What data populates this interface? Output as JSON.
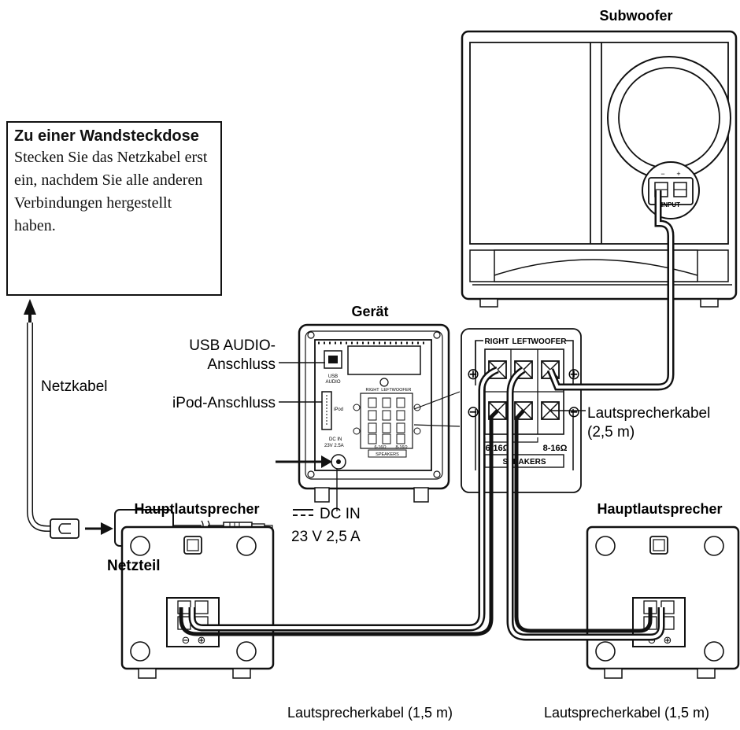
{
  "labels": {
    "subwoofer": "Subwoofer",
    "unit": "Gerät",
    "usb_line1": "USB AUDIO-",
    "usb_line2": "Anschluss",
    "ipod": "iPod-Anschluss",
    "power_cord": "Netzkabel",
    "adapter": "Netzteil",
    "dc_in_line1": "DC IN",
    "dc_in_line2": "23 V 2,5 A",
    "main_speaker_left": "Hauptlautsprecher",
    "main_speaker_right": "Hauptlautsprecher",
    "cable_woofer_line1": "Lautsprecherkabel",
    "cable_woofer_line2": "(2,5 m)",
    "cable_left": "Lautsprecherkabel (1,5 m)",
    "cable_right": "Lautsprecherkabel (1,5 m)"
  },
  "note": {
    "title": "Zu einer Wandsteckdose",
    "body": "Stecken Sie das Netzkabel erst ein, nachdem Sie alle anderen Verbindungen hergestellt haben."
  },
  "terminal_panel": {
    "right": "RIGHT",
    "left": "LEFT",
    "woofer": "WOOFER",
    "imp_main": "6-16Ω",
    "imp_woofer": "8-16Ω",
    "speakers": "SPEAKERS"
  },
  "unit_small": {
    "usb": "USB",
    "audio": "AUDIO",
    "ipod": "iPod",
    "dc_in": "DC IN",
    "rating": "23V 2.5A",
    "right": "RIGHT",
    "left": "LEFT",
    "woofer": "WOOFER",
    "imp_main": "6-16Ω",
    "imp_woofer": "8-16Ω",
    "speakers": "SPEAKERS"
  },
  "subwoofer_terminal": {
    "label": "INPUT",
    "minus": "−",
    "plus": "+"
  },
  "polarity": {
    "plus": "⊕",
    "minus": "⊖"
  }
}
